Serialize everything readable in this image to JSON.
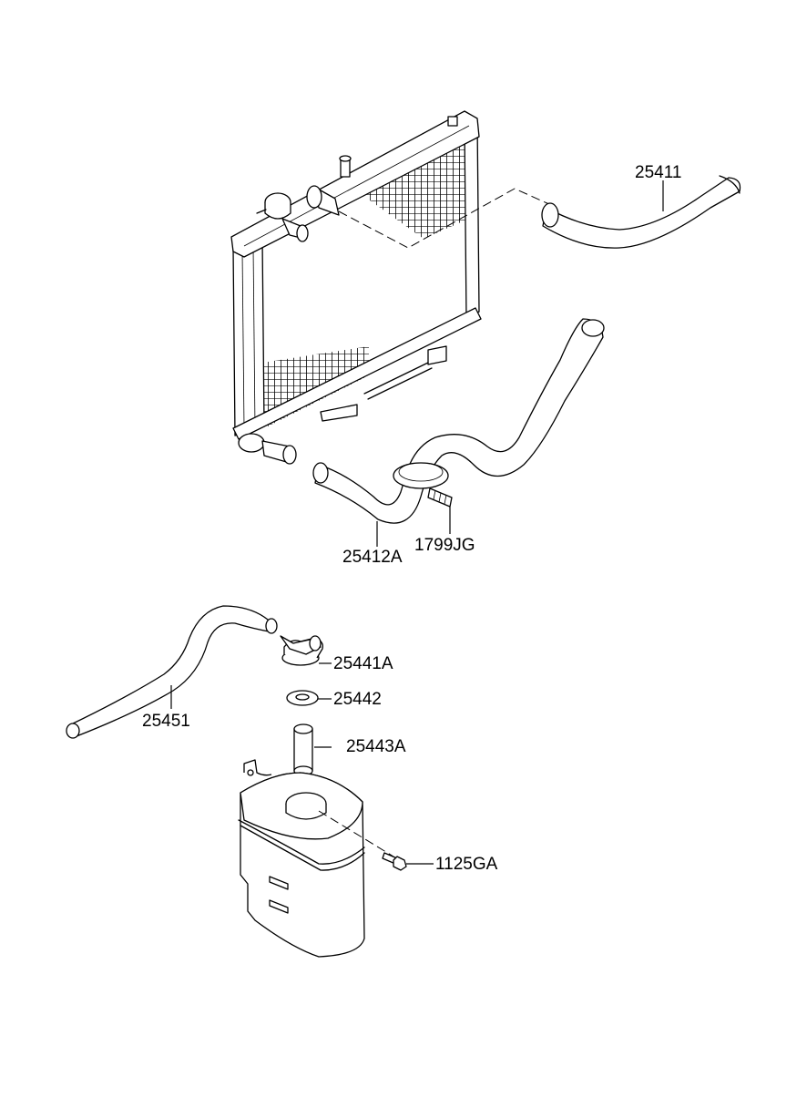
{
  "parts": [
    {
      "id": "hose-upper",
      "number": "25411"
    },
    {
      "id": "hose-lower",
      "number": "25412A"
    },
    {
      "id": "clamp",
      "number": "1799JG"
    },
    {
      "id": "reservoir-cap",
      "number": "25441A"
    },
    {
      "id": "packing",
      "number": "25442"
    },
    {
      "id": "reservoir-pipe",
      "number": "25443A"
    },
    {
      "id": "overflow-hose",
      "number": "25451"
    },
    {
      "id": "bolt",
      "number": "1125GA"
    }
  ]
}
